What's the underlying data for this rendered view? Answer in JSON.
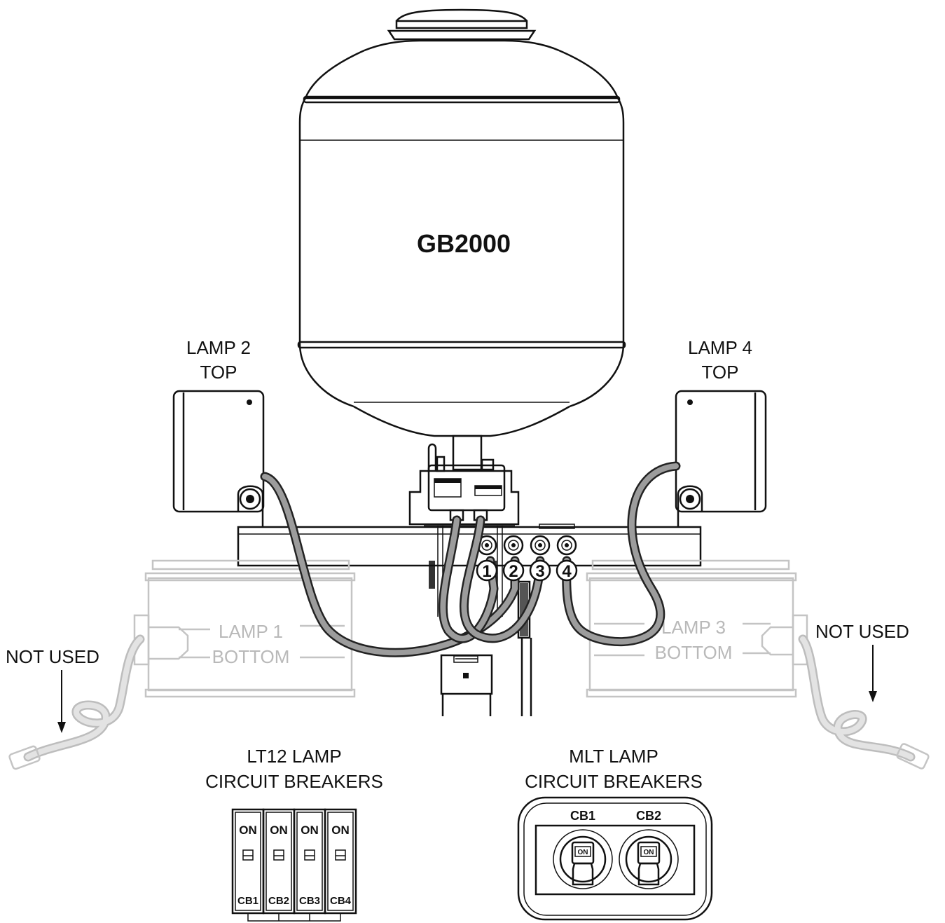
{
  "diagram": {
    "balloon_label": "GB2000",
    "lamp_2_top": [
      "LAMP 2",
      "TOP"
    ],
    "lamp_4_top": [
      "LAMP 4",
      "TOP"
    ],
    "lamp_1_bottom": [
      "LAMP 1",
      "BOTTOM"
    ],
    "lamp_3_bottom": [
      "LAMP 3",
      "BOTTOM"
    ],
    "not_used_left": "NOT USED",
    "not_used_right": "NOT USED",
    "port_numbers": [
      "1",
      "2",
      "3",
      "4"
    ],
    "lt12": {
      "title": [
        "LT12 LAMP",
        "CIRCUIT BREAKERS"
      ],
      "breakers": [
        {
          "state": "ON",
          "name": "CB1"
        },
        {
          "state": "ON",
          "name": "CB2"
        },
        {
          "state": "ON",
          "name": "CB3"
        },
        {
          "state": "ON",
          "name": "CB4"
        }
      ]
    },
    "mlt": {
      "title": [
        "MLT LAMP",
        "CIRCUIT BREAKERS"
      ],
      "breakers": [
        {
          "state": "ON",
          "name": "CB1"
        },
        {
          "state": "ON",
          "name": "CB2"
        }
      ]
    }
  }
}
